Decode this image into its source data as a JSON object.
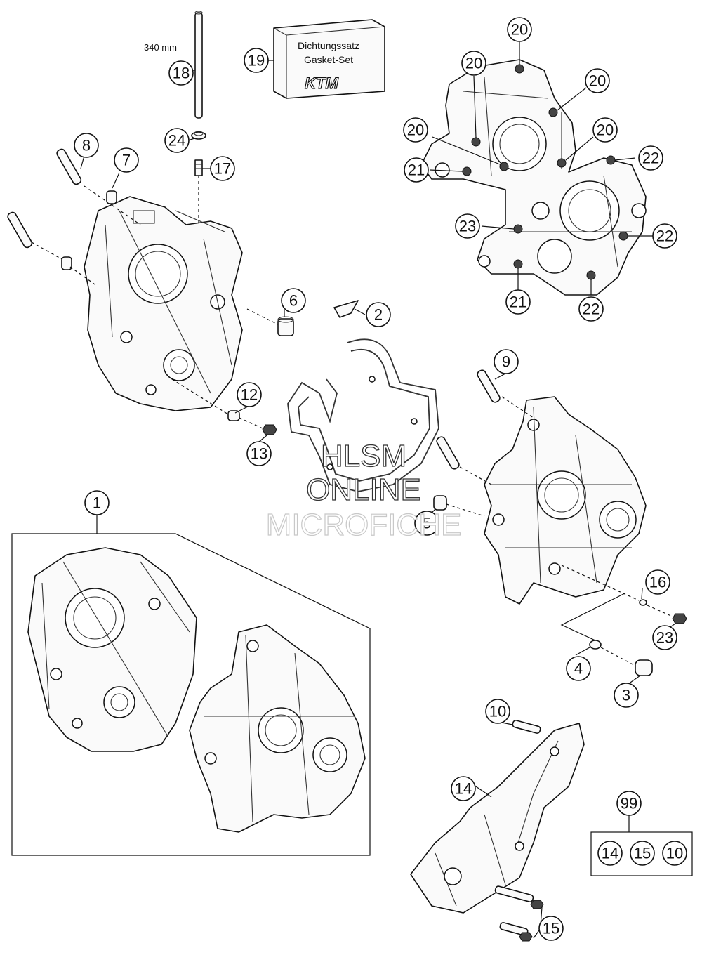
{
  "dimension_label": "340 mm",
  "gasket_box": {
    "line1": "Dichtungssatz",
    "line2": "Gasket-Set",
    "brand": "KTM"
  },
  "watermark": {
    "line1": "HLSM",
    "line2": "ONLINE",
    "line3": "MICROFICHE"
  },
  "callouts": {
    "c1": "1",
    "c2": "2",
    "c3": "3",
    "c4": "4",
    "c5": "5",
    "c6": "6",
    "c7": "7",
    "c8": "8",
    "c9": "9",
    "c10": "10",
    "c12": "12",
    "c13": "13",
    "c14": "14",
    "c15": "15",
    "c16": "16",
    "c17": "17",
    "c18": "18",
    "c19": "19",
    "c20a": "20",
    "c20b": "20",
    "c20c": "20",
    "c20d": "20",
    "c20e": "20",
    "c21a": "21",
    "c21b": "21",
    "c22a": "22",
    "c22b": "22",
    "c22c": "22",
    "c23a": "23",
    "c23b": "23",
    "c24": "24",
    "c99": "99",
    "k14": "14",
    "k15": "15",
    "k10": "10"
  }
}
